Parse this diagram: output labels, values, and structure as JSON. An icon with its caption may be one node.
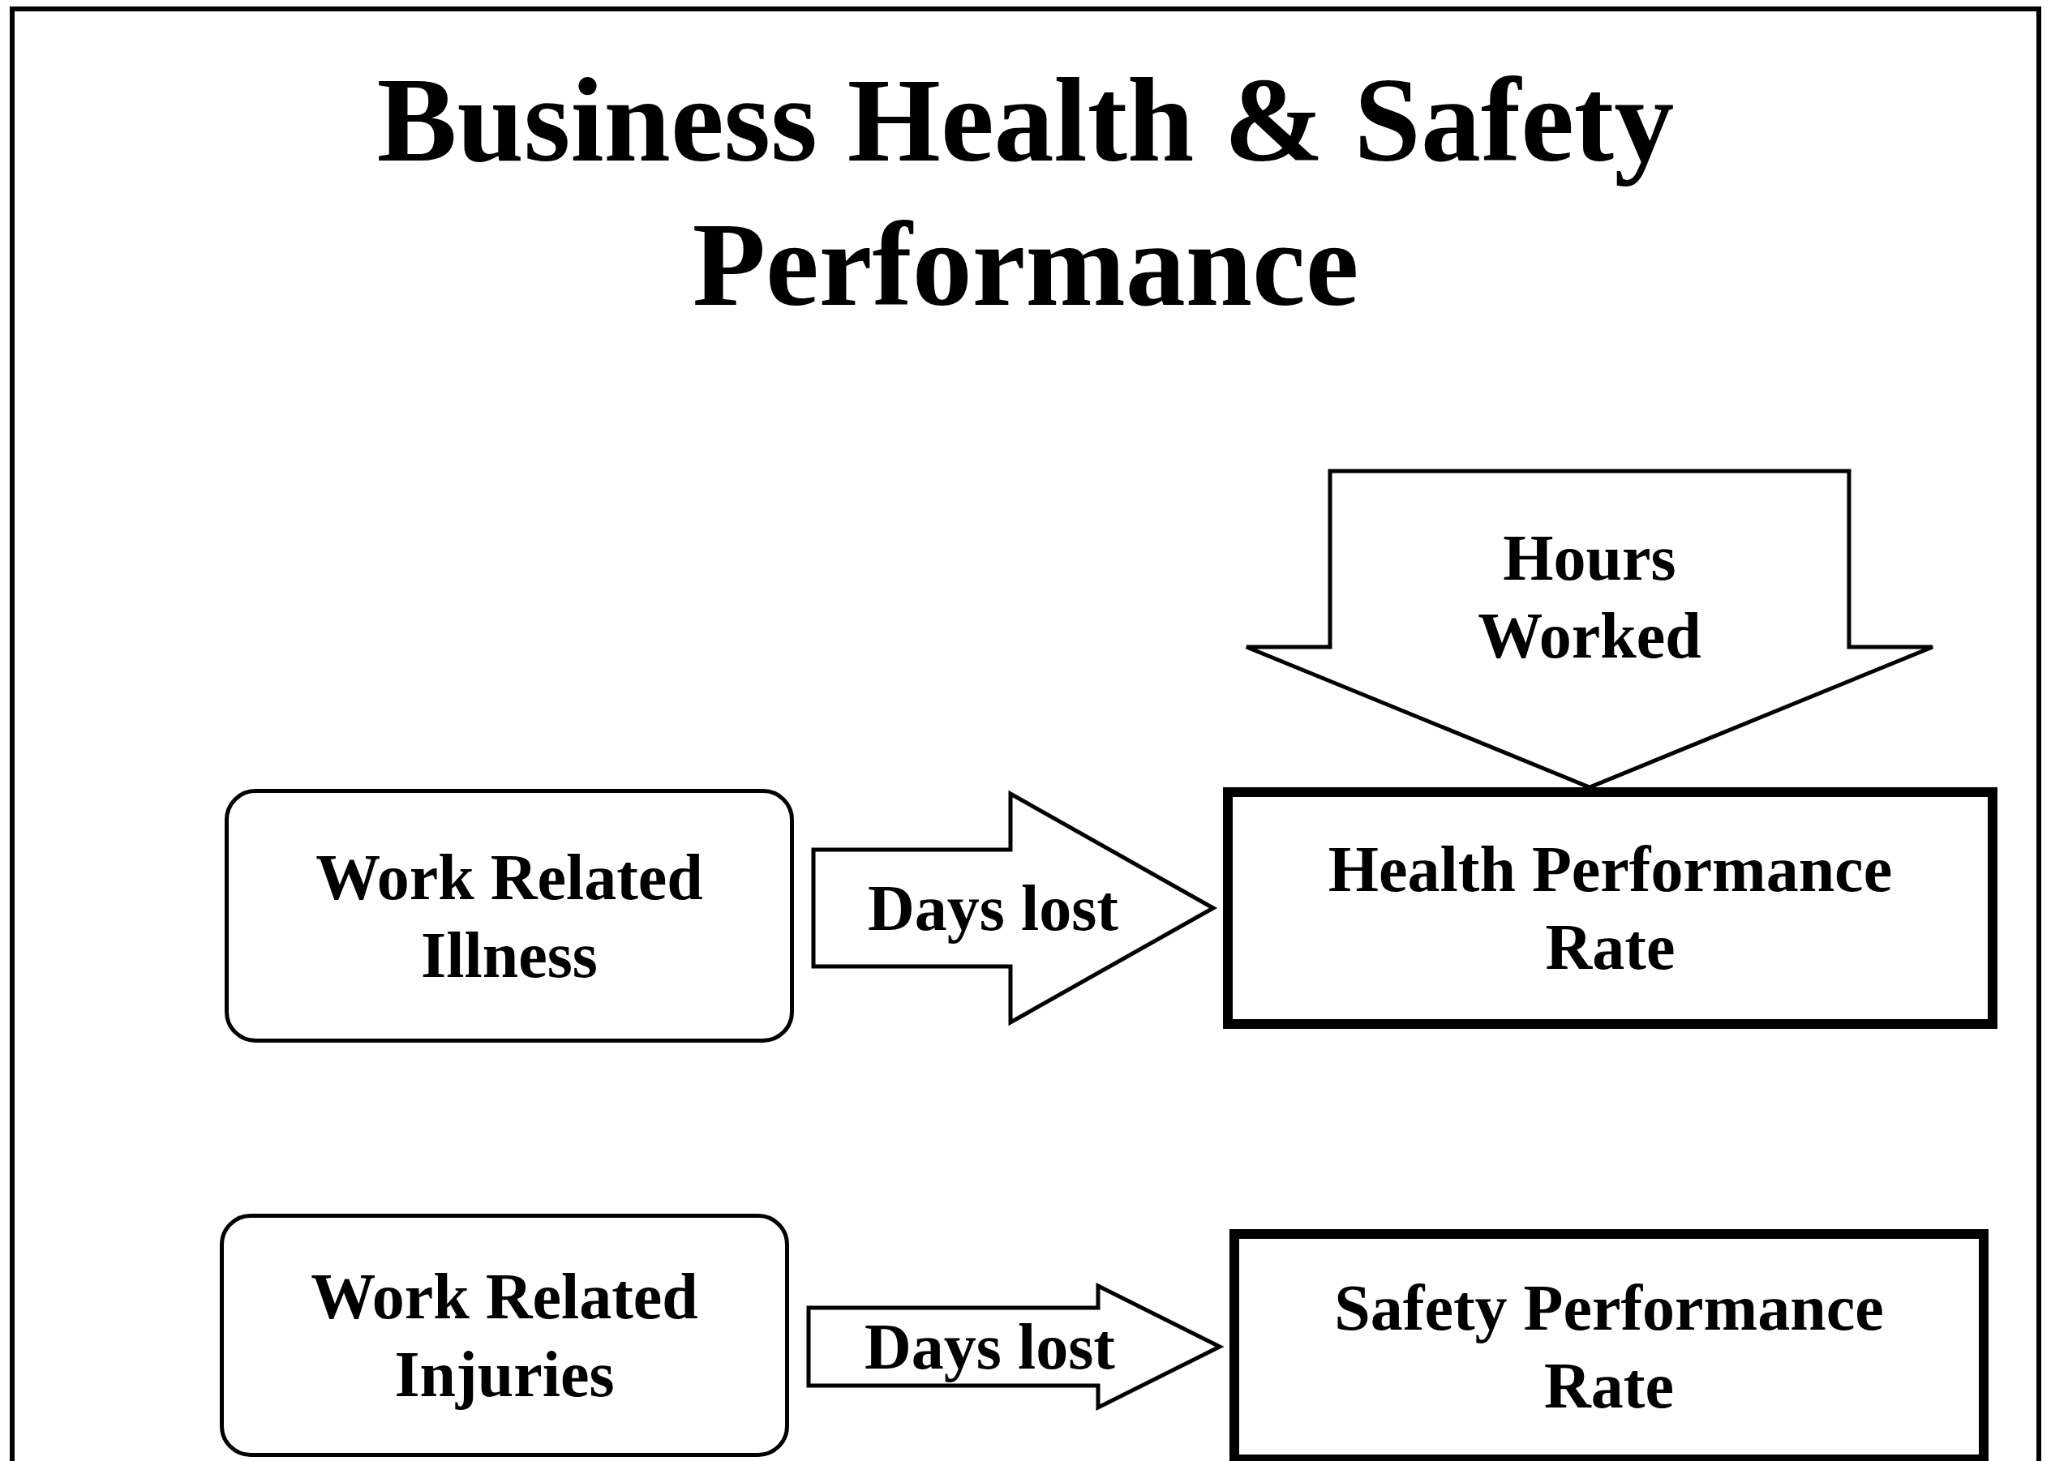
{
  "diagram": {
    "title": "Business Health & Safety Performance",
    "nodes": [
      {
        "text": [
          "Work Related Illness"
        ]
      },
      {
        "text": [
          "Health Performance Rate"
        ]
      },
      {
        "text": [
          "Work Related Injuries"
        ]
      },
      {
        "text": [
          "Safety Performance Rate"
        ]
      }
    ],
    "edges": [
      {
        "from": null,
        "to": 1,
        "arrow": "to",
        "label": "Hours Worked"
      },
      {
        "from": 0,
        "to": 1,
        "arrow": "to",
        "label": "Days lost"
      },
      {
        "from": 2,
        "to": 3,
        "arrow": "to",
        "label": "Days lost"
      }
    ]
  }
}
